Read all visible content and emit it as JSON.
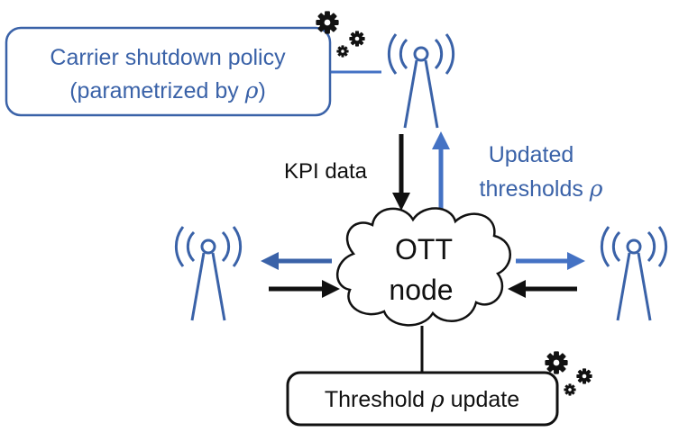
{
  "policy_box": {
    "line1": "Carrier shutdown policy",
    "line2_prefix": "(parametrized by ",
    "line2_symbol": "ρ",
    "line2_suffix": ")"
  },
  "kpi_label": "KPI data",
  "updated_label": {
    "line1": "Updated",
    "line2_prefix": "thresholds ",
    "line2_symbol": "ρ"
  },
  "cloud": {
    "line1": "OTT",
    "line2": "node"
  },
  "threshold_box": {
    "prefix": "Threshold ",
    "symbol": "ρ",
    "suffix": " update"
  },
  "colors": {
    "antenna_blue": "#3a62a8",
    "arrow_blue": "#4472c4",
    "text_blue": "#3a62a8",
    "black": "#111111"
  },
  "icons": [
    "antenna-icon",
    "gears-icon",
    "cloud-shape"
  ]
}
